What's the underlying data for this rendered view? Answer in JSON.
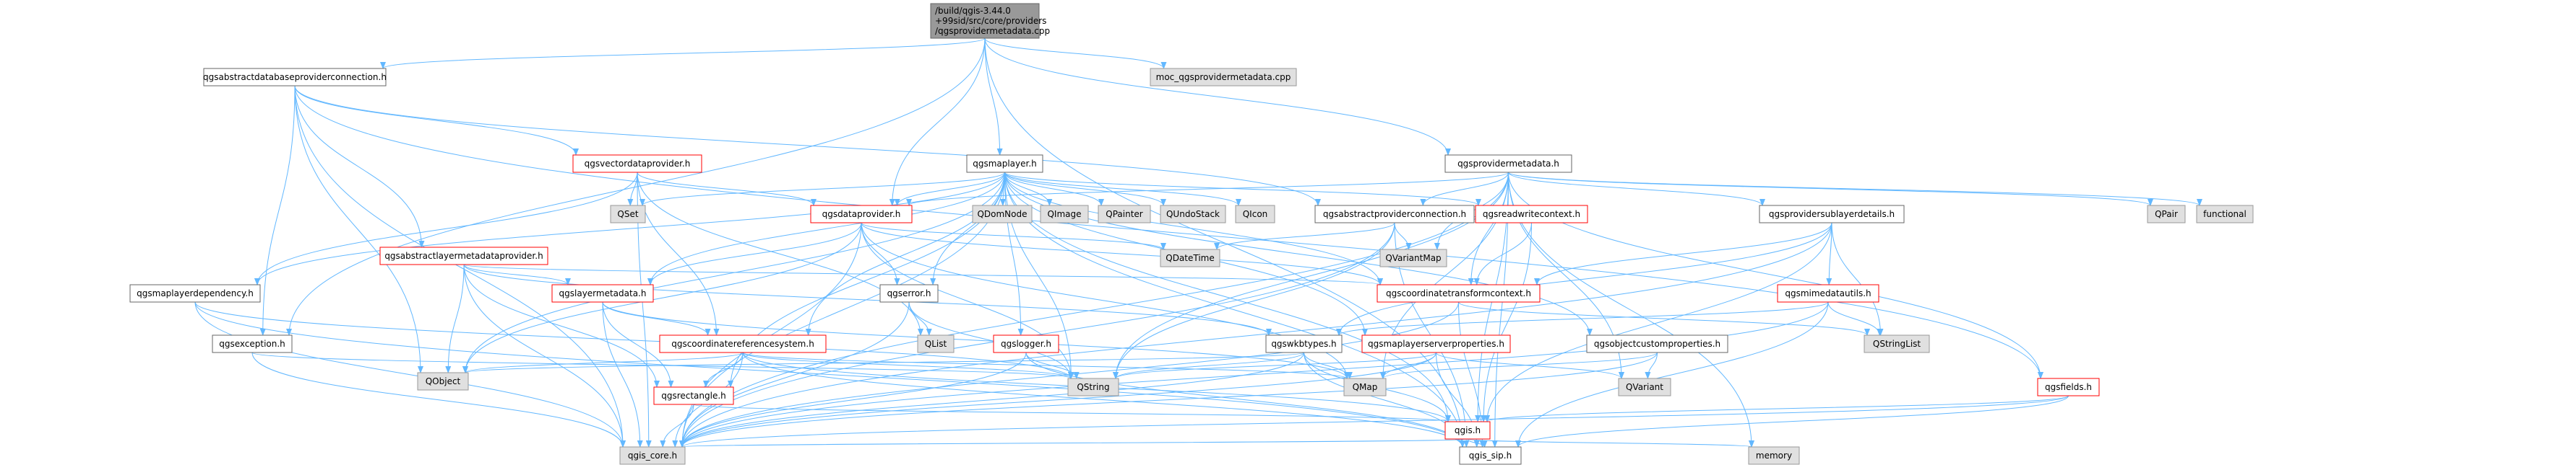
{
  "root": {
    "id": "root",
    "lines": [
      "/build/qgis-3.44.0",
      "+99sid/src/core/providers",
      "/qgsprovidermetadata.cpp"
    ]
  },
  "nodes": [
    {
      "id": "qgsabstractdatabaseproviderconnection",
      "label": "qgsabstractdatabaseproviderconnection.h",
      "style": "plain"
    },
    {
      "id": "qgsmaplayer",
      "label": "qgsmaplayer.h",
      "style": "plain"
    },
    {
      "id": "moc",
      "label": "moc_qgsprovidermetadata.cpp",
      "style": "ext"
    },
    {
      "id": "qgsprovidermetadata",
      "label": "qgsprovidermetadata.h",
      "style": "plain"
    },
    {
      "id": "qgsvectordataprovider",
      "label": "qgsvectordataprovider.h",
      "style": "red"
    },
    {
      "id": "qgsabstractlayermetadataprovider",
      "label": "qgsabstractlayermetadataprovider.h",
      "style": "red"
    },
    {
      "id": "qgsset",
      "label": "QSet",
      "style": "ext"
    },
    {
      "id": "qgsdataprovider",
      "label": "qgsdataprovider.h",
      "style": "red"
    },
    {
      "id": "qdomnode",
      "label": "QDomNode",
      "style": "ext"
    },
    {
      "id": "qimage",
      "label": "QImage",
      "style": "ext"
    },
    {
      "id": "qpainter",
      "label": "QPainter",
      "style": "ext"
    },
    {
      "id": "qundostack",
      "label": "QUndoStack",
      "style": "ext"
    },
    {
      "id": "qicon",
      "label": "QIcon",
      "style": "ext"
    },
    {
      "id": "qgsabstractproviderconnection",
      "label": "qgsabstractproviderconnection.h",
      "style": "plain"
    },
    {
      "id": "qgsreadwritecontext",
      "label": "qgsreadwritecontext.h",
      "style": "red"
    },
    {
      "id": "qgsprovidersublayerdetails",
      "label": "qgsprovidersublayerdetails.h",
      "style": "plain"
    },
    {
      "id": "qpair",
      "label": "QPair",
      "style": "ext"
    },
    {
      "id": "functional",
      "label": "functional",
      "style": "ext"
    },
    {
      "id": "qgsmaplayerdependency",
      "label": "qgsmaplayerdependency.h",
      "style": "plain"
    },
    {
      "id": "qgslayermetadata",
      "label": "qgslayermetadata.h",
      "style": "red"
    },
    {
      "id": "qgserror",
      "label": "qgserror.h",
      "style": "plain"
    },
    {
      "id": "qdatetime",
      "label": "QDateTime",
      "style": "ext"
    },
    {
      "id": "qgscoordinatetransformcontext",
      "label": "qgscoordinatetransformcontext.h",
      "style": "red"
    },
    {
      "id": "qvariantmap",
      "label": "QVariantMap",
      "style": "ext"
    },
    {
      "id": "qgsmimedatautils",
      "label": "qgsmimedatautils.h",
      "style": "red"
    },
    {
      "id": "qgsexception",
      "label": "qgsexception.h",
      "style": "plain"
    },
    {
      "id": "qgscoordinatereferencesystem",
      "label": "qgscoordinatereferencesystem.h",
      "style": "red"
    },
    {
      "id": "qlist",
      "label": "QList",
      "style": "ext"
    },
    {
      "id": "qgslogger",
      "label": "qgslogger.h",
      "style": "red"
    },
    {
      "id": "qgswkbtypes",
      "label": "qgswkbtypes.h",
      "style": "plain"
    },
    {
      "id": "qgsmaplayerserverproperties",
      "label": "qgsmaplayerserverproperties.h",
      "style": "red"
    },
    {
      "id": "qgsobjectcustomproperties",
      "label": "qgsobjectcustomproperties.h",
      "style": "plain"
    },
    {
      "id": "qstringlist",
      "label": "QStringList",
      "style": "ext"
    },
    {
      "id": "qobject",
      "label": "QObject",
      "style": "ext"
    },
    {
      "id": "qgsrectangle",
      "label": "qgsrectangle.h",
      "style": "red"
    },
    {
      "id": "qstring",
      "label": "QString",
      "style": "ext"
    },
    {
      "id": "qmap",
      "label": "QMap",
      "style": "ext"
    },
    {
      "id": "qvariant",
      "label": "QVariant",
      "style": "ext"
    },
    {
      "id": "qgsfields",
      "label": "qgsfields.h",
      "style": "red"
    },
    {
      "id": "qgis",
      "label": "qgis.h",
      "style": "red"
    },
    {
      "id": "qgis_core",
      "label": "qgis_core.h",
      "style": "ext"
    },
    {
      "id": "qgis_sip",
      "label": "qgis_sip.h",
      "style": "plain"
    },
    {
      "id": "memory",
      "label": "memory",
      "style": "ext"
    }
  ],
  "edges": [
    [
      "root",
      "qgsabstractdatabaseproviderconnection"
    ],
    [
      "root",
      "qgsmaplayer"
    ],
    [
      "root",
      "moc"
    ],
    [
      "root",
      "qgsprovidermetadata"
    ],
    [
      "root",
      "qgsdataprovider"
    ],
    [
      "root",
      "qgsexception"
    ],
    [
      "root",
      "qgis_sip"
    ],
    [
      "qgsabstractdatabaseproviderconnection",
      "qgsvectordataprovider"
    ],
    [
      "qgsabstractdatabaseproviderconnection",
      "qgsabstractlayermetadataprovider"
    ],
    [
      "qgsabstractdatabaseproviderconnection",
      "qgsabstractproviderconnection"
    ],
    [
      "qgsabstractdatabaseproviderconnection",
      "qgis_core"
    ],
    [
      "qgsabstractdatabaseproviderconnection",
      "qobject"
    ],
    [
      "qgsabstractdatabaseproviderconnection",
      "qgsfields"
    ],
    [
      "qgsabstractdatabaseproviderconnection",
      "qgsexception"
    ],
    [
      "qgsmaplayer",
      "qgsset"
    ],
    [
      "qgsmaplayer",
      "qgsdataprovider"
    ],
    [
      "qgsmaplayer",
      "qdomnode"
    ],
    [
      "qgsmaplayer",
      "qimage"
    ],
    [
      "qgsmaplayer",
      "qpainter"
    ],
    [
      "qgsmaplayer",
      "qundostack"
    ],
    [
      "qgsmaplayer",
      "qicon"
    ],
    [
      "qgsmaplayer",
      "qgsreadwritecontext"
    ],
    [
      "qgsmaplayer",
      "qgsmaplayerdependency"
    ],
    [
      "qgsmaplayer",
      "qgslayermetadata"
    ],
    [
      "qgsmaplayer",
      "qgserror"
    ],
    [
      "qgsmaplayer",
      "qgscoordinatereferencesystem"
    ],
    [
      "qgsmaplayer",
      "qgslogger"
    ],
    [
      "qgsmaplayer",
      "qgsmaplayerserverproperties"
    ],
    [
      "qgsmaplayer",
      "qgsobjectcustomproperties"
    ],
    [
      "qgsmaplayer",
      "qobject"
    ],
    [
      "qgsmaplayer",
      "qgis_core"
    ],
    [
      "qgsmaplayer",
      "qgis_sip"
    ],
    [
      "qgsmaplayer",
      "qgis"
    ],
    [
      "qgsmaplayer",
      "qstring"
    ],
    [
      "qgsmaplayer",
      "qgsrectangle"
    ],
    [
      "qgsmaplayer",
      "qgscoordinatetransformcontext"
    ],
    [
      "qgsprovidermetadata",
      "qgsdataprovider"
    ],
    [
      "qgsprovidermetadata",
      "qgsabstractproviderconnection"
    ],
    [
      "qgsprovidermetadata",
      "qgsprovidersublayerdetails"
    ],
    [
      "qgsprovidermetadata",
      "qpair"
    ],
    [
      "qgsprovidermetadata",
      "functional"
    ],
    [
      "qgsprovidermetadata",
      "qvariantmap"
    ],
    [
      "qgsprovidermetadata",
      "qgis_core"
    ],
    [
      "qgsprovidermetadata",
      "qgis_sip"
    ],
    [
      "qgsprovidermetadata",
      "memory"
    ],
    [
      "qgsprovidermetadata",
      "qgsfields"
    ],
    [
      "qgsprovidermetadata",
      "qgis"
    ],
    [
      "qgsprovidermetadata",
      "qgscoordinatetransformcontext"
    ],
    [
      "qgsprovidermetadata",
      "qvariant"
    ],
    [
      "qgsprovidermetadata",
      "qstring"
    ],
    [
      "qgsprovidermetadata",
      "qmap"
    ],
    [
      "qgsvectordataprovider",
      "qgsdataprovider"
    ],
    [
      "qgsvectordataprovider",
      "qgsset"
    ],
    [
      "qgsvectordataprovider",
      "qgis_core"
    ],
    [
      "qgsvectordataprovider",
      "qlist"
    ],
    [
      "qgsvectordataprovider",
      "qgsmaplayerdependency"
    ],
    [
      "qgsvectordataprovider",
      "qgscoordinatereferencesystem"
    ],
    [
      "qgsabstractlayermetadataprovider",
      "qgslayermetadata"
    ],
    [
      "qgsabstractlayermetadataprovider",
      "qgsrectangle"
    ],
    [
      "qgsabstractlayermetadataprovider",
      "qgis_core"
    ],
    [
      "qgsabstractlayermetadataprovider",
      "qobject"
    ],
    [
      "qgsabstractlayermetadataprovider",
      "qgswkbtypes"
    ],
    [
      "qgsabstractlayermetadataprovider",
      "qgscoordinatetransformcontext"
    ],
    [
      "qgsdataprovider",
      "qgis_core"
    ],
    [
      "qgsdataprovider",
      "qgserror"
    ],
    [
      "qgsdataprovider",
      "qobject"
    ],
    [
      "qgsdataprovider",
      "qdatetime"
    ],
    [
      "qgsdataprovider",
      "qgscoordinatetransformcontext"
    ],
    [
      "qgsdataprovider",
      "qgslayermetadata"
    ],
    [
      "qgsdataprovider",
      "qstring"
    ],
    [
      "qgsdataprovider",
      "qmap"
    ],
    [
      "qgsabstractproviderconnection",
      "qgis_core"
    ],
    [
      "qgsabstractproviderconnection",
      "qgis_sip"
    ],
    [
      "qgsabstractproviderconnection",
      "qvariantmap"
    ],
    [
      "qgsabstractproviderconnection",
      "qstring"
    ],
    [
      "qgsabstractproviderconnection",
      "qdatetime"
    ],
    [
      "qgsreadwritecontext",
      "qgscoordinatetransformcontext"
    ],
    [
      "qgsreadwritecontext",
      "qgis"
    ],
    [
      "qgsprovidersublayerdetails",
      "qgis_core"
    ],
    [
      "qgsprovidersublayerdetails",
      "qgis"
    ],
    [
      "qgsprovidersublayerdetails",
      "qgswkbtypes"
    ],
    [
      "qgsprovidersublayerdetails",
      "qgsmimedatautils"
    ],
    [
      "qgsprovidersublayerdetails",
      "qstringlist"
    ],
    [
      "qgsprovidersublayerdetails",
      "qgscoordinatetransformcontext"
    ],
    [
      "qgsmaplayerdependency",
      "qgis_core"
    ],
    [
      "qgsmaplayerdependency",
      "qstring"
    ],
    [
      "qgsmaplayerdependency",
      "qgis_sip"
    ],
    [
      "qgslayermetadata",
      "qgscoordinatereferencesystem"
    ],
    [
      "qgslayermetadata",
      "qgis_core"
    ],
    [
      "qgslayermetadata",
      "qmap"
    ],
    [
      "qgslayermetadata",
      "qgsrectangle"
    ],
    [
      "qgserror",
      "qlist"
    ],
    [
      "qgserror",
      "qstring"
    ],
    [
      "qgserror",
      "qgis_core"
    ],
    [
      "qgscoordinatetransformcontext",
      "qgis_core"
    ],
    [
      "qgscoordinatetransformcontext",
      "qgis_sip"
    ],
    [
      "qgscoordinatetransformcontext",
      "qstringlist"
    ],
    [
      "qgsmimedatautils",
      "qgis_core"
    ],
    [
      "qgsmimedatautils",
      "qgis_sip"
    ],
    [
      "qgsmimedatautils",
      "qgswkbtypes"
    ],
    [
      "qgsmimedatautils",
      "qstringlist"
    ],
    [
      "qgsexception",
      "qgis_core"
    ],
    [
      "qgsexception",
      "qstring"
    ],
    [
      "qgscoordinatereferencesystem",
      "qgis_core"
    ],
    [
      "qgscoordinatereferencesystem",
      "qgis_sip"
    ],
    [
      "qgscoordinatereferencesystem",
      "qobject"
    ],
    [
      "qgscoordinatereferencesystem",
      "qstring"
    ],
    [
      "qgscoordinatereferencesystem",
      "qmap"
    ],
    [
      "qgscoordinatereferencesystem",
      "qgsrectangle"
    ],
    [
      "qgscoordinatereferencesystem",
      "qgis"
    ],
    [
      "qgslogger",
      "qgis_core"
    ],
    [
      "qgslogger",
      "qstring"
    ],
    [
      "qgslogger",
      "qgis_sip"
    ],
    [
      "qgswkbtypes",
      "qobject"
    ],
    [
      "qgswkbtypes",
      "qgis_core"
    ],
    [
      "qgswkbtypes",
      "qgis_sip"
    ],
    [
      "qgswkbtypes",
      "qgis"
    ],
    [
      "qgswkbtypes",
      "qstring"
    ],
    [
      "qgswkbtypes",
      "qmap"
    ],
    [
      "qgsmaplayerserverproperties",
      "qgis_core"
    ],
    [
      "qgsmaplayerserverproperties",
      "qgis_sip"
    ],
    [
      "qgsmaplayerserverproperties",
      "qmap"
    ],
    [
      "qgsmaplayerserverproperties",
      "qstring"
    ],
    [
      "qgsmaplayerserverproperties",
      "qvariant"
    ],
    [
      "qgsobjectcustomproperties",
      "qgis_core"
    ],
    [
      "qgsobjectcustomproperties",
      "qmap"
    ],
    [
      "qgsobjectcustomproperties",
      "qvariant"
    ],
    [
      "qgsrectangle",
      "qgis_core"
    ],
    [
      "qgsrectangle",
      "qgis"
    ],
    [
      "qgsfields",
      "qgis_core"
    ],
    [
      "qgsfields",
      "qgis_sip"
    ],
    [
      "qgsfields",
      "qgis"
    ],
    [
      "qgis",
      "qgis_core"
    ],
    [
      "qgis",
      "qgis_sip"
    ],
    [
      "qgis",
      "memory"
    ]
  ],
  "colors": {
    "root_fill": "#999999",
    "node_stroke_plain": "#666666",
    "node_stroke_red": "#ff0000",
    "ext_fill": "#e0e0e0",
    "ext_stroke": "#999999",
    "edge": "#63b8ff",
    "text": "#000000"
  }
}
